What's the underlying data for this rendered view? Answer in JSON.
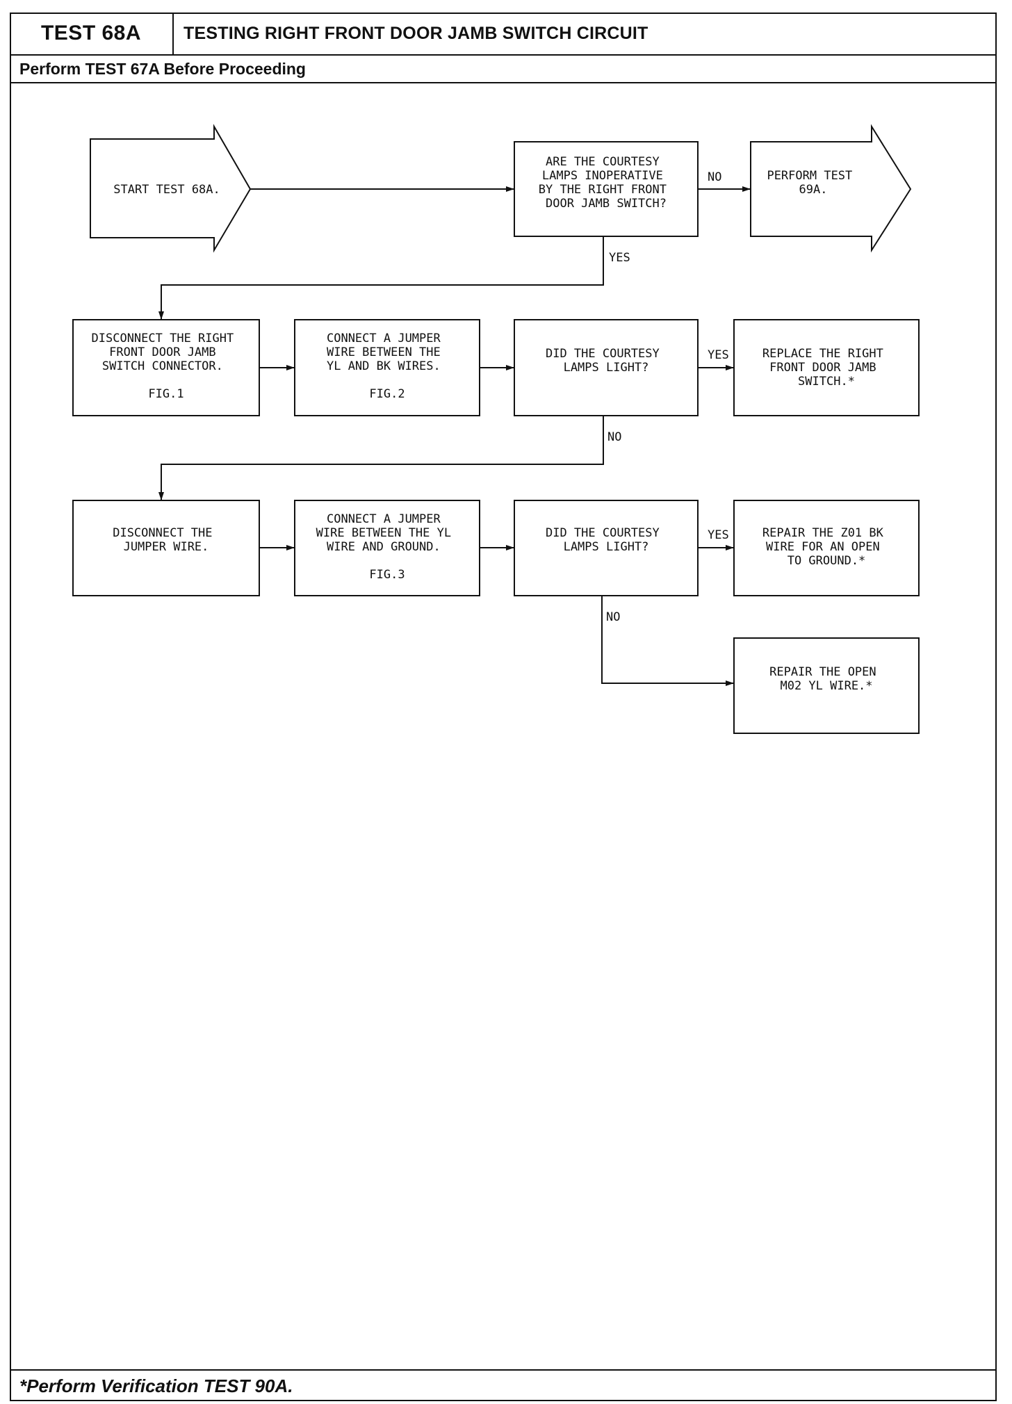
{
  "header": {
    "test_id": "TEST 68A",
    "title": "TESTING RIGHT FRONT DOOR JAMB SWITCH CIRCUIT",
    "prerequisite": "Perform TEST 67A Before Proceeding"
  },
  "flow": {
    "start": [
      "START TEST 68A."
    ],
    "q1": [
      "ARE THE COURTESY",
      "LAMPS INOPERATIVE",
      "BY THE RIGHT FRONT",
      "DOOR JAMB SWITCH?"
    ],
    "q1_no_target": [
      "PERFORM TEST",
      "69A."
    ],
    "step1": [
      "DISCONNECT THE RIGHT",
      "FRONT DOOR JAMB",
      "SWITCH CONNECTOR."
    ],
    "step1_fig": "FIG.1",
    "step2": [
      "CONNECT A JUMPER",
      "WIRE BETWEEN THE",
      "YL AND BK WIRES."
    ],
    "step2_fig": "FIG.2",
    "q2": [
      "DID THE COURTESY",
      "LAMPS LIGHT?"
    ],
    "q2_yes_target": [
      "REPLACE THE RIGHT",
      "FRONT DOOR JAMB",
      "SWITCH.*"
    ],
    "step3": [
      "DISCONNECT THE",
      "JUMPER WIRE."
    ],
    "step4": [
      "CONNECT A JUMPER",
      "WIRE BETWEEN THE YL",
      "WIRE AND GROUND."
    ],
    "step4_fig": "FIG.3",
    "q3": [
      "DID THE COURTESY",
      "LAMPS LIGHT?"
    ],
    "q3_yes_target": [
      "REPAIR THE Z01 BK",
      "WIRE FOR AN OPEN",
      "TO GROUND.*"
    ],
    "q3_no_target": [
      "REPAIR THE OPEN",
      "M02 YL WIRE.*"
    ],
    "labels": {
      "q1_no": "NO",
      "q1_yes": "YES",
      "q2_yes": "YES",
      "q2_no": "NO",
      "q3_yes": "YES",
      "q3_no": "NO"
    }
  },
  "footer": {
    "note": "*Perform Verification TEST 90A."
  }
}
